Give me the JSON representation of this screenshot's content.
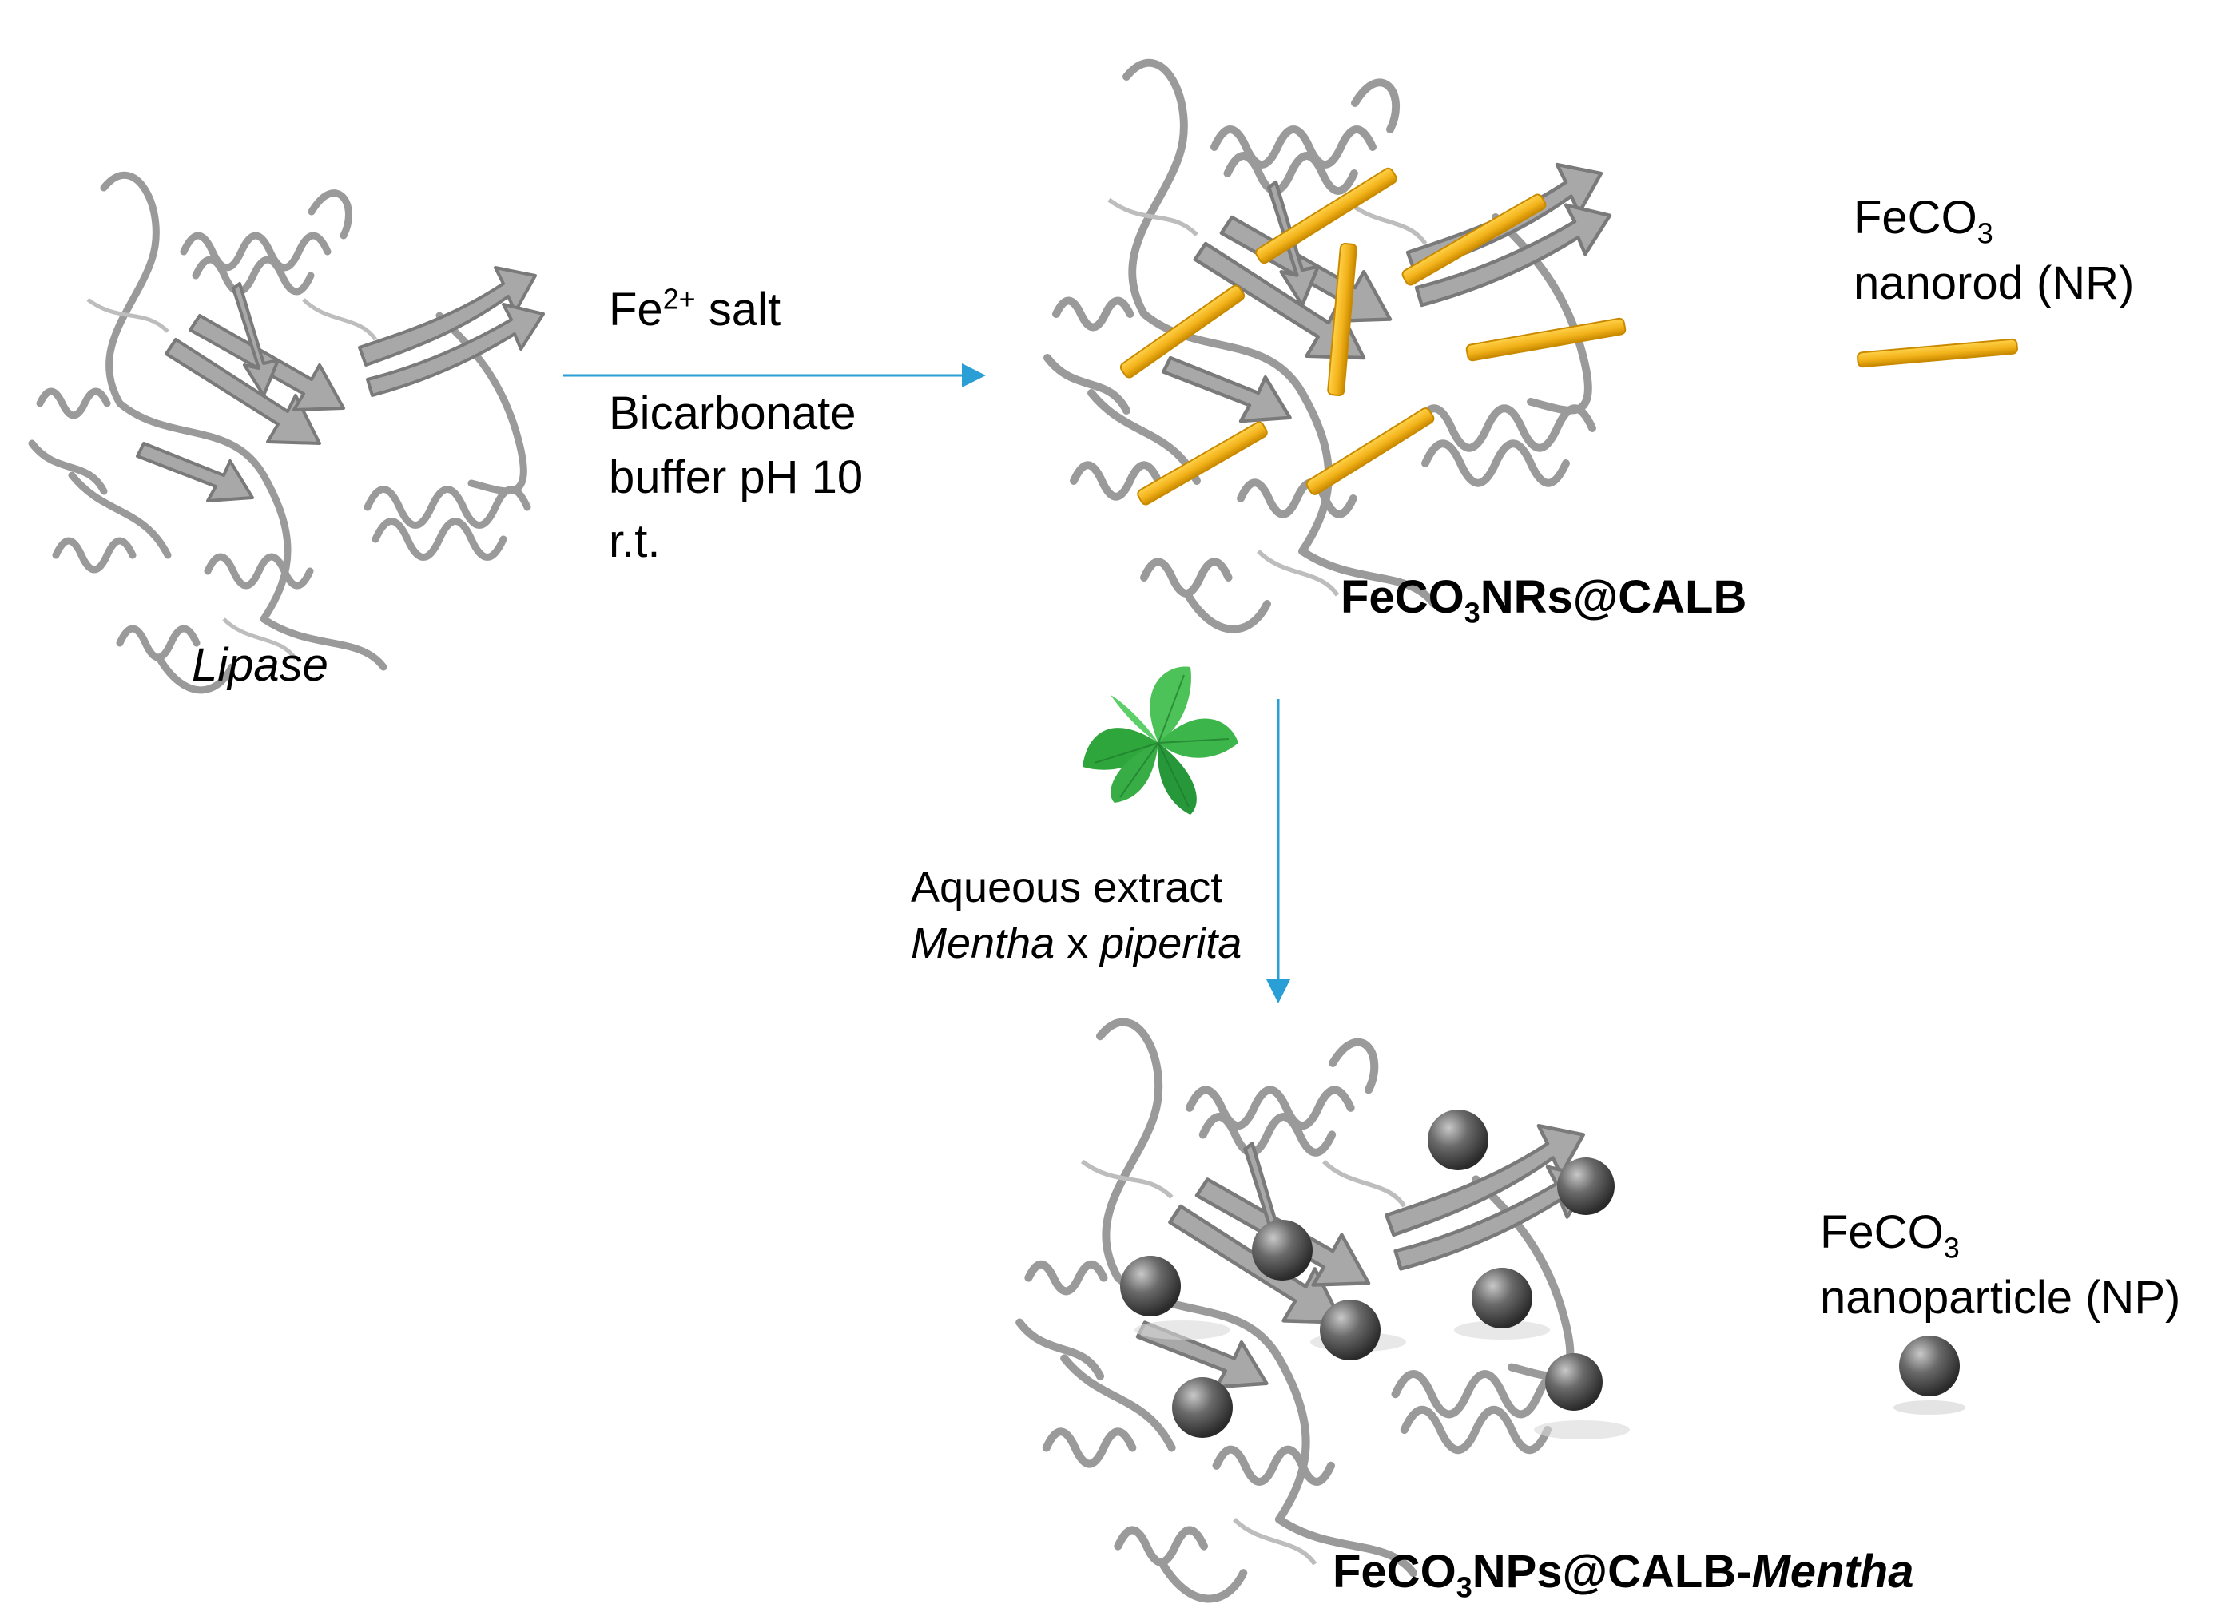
{
  "labels": {
    "lipase": "Lipase",
    "step1_reagent": "Fe",
    "step1_reagent_charge": "2+",
    "step1_reagent_suffix": " salt",
    "step1_cond_1": "Bicarbonate",
    "step1_cond_2": "buffer pH 10",
    "step1_cond_3": "r.t.",
    "product1_prefix": "FeCO",
    "product1_sub": "3",
    "product1_suffix": "NRs@CALB",
    "nr_legend_prefix": "FeCO",
    "nr_legend_sub": "3",
    "nr_legend_line2": "nanorod (NR)",
    "step2_line1": "Aqueous extract",
    "step2_line2_italic": "Mentha",
    "step2_line2_mid": " x ",
    "step2_line2_italic2": "piperita",
    "np_legend_prefix": "FeCO",
    "np_legend_sub": "3",
    "np_legend_line2": "nanoparticle (NP)",
    "product2_prefix": "FeCO",
    "product2_sub": "3",
    "product2_mid": "NPs@CALB-",
    "product2_italic": "Mentha"
  },
  "colors": {
    "protein": "#9e9e9e",
    "protein_dark": "#7a7a7a",
    "arrow": "#2a9fd6",
    "nanorod": "#f2b21a",
    "nanorod_dark": "#c98a00",
    "nanoparticle": "#555555",
    "leaf": "#3cb54a"
  },
  "icons": {
    "protein": "protein-ribbon-icon",
    "leaf": "mint-leaf-icon",
    "nanorod": "nanorod-icon",
    "nanoparticle": "nanoparticle-icon"
  }
}
